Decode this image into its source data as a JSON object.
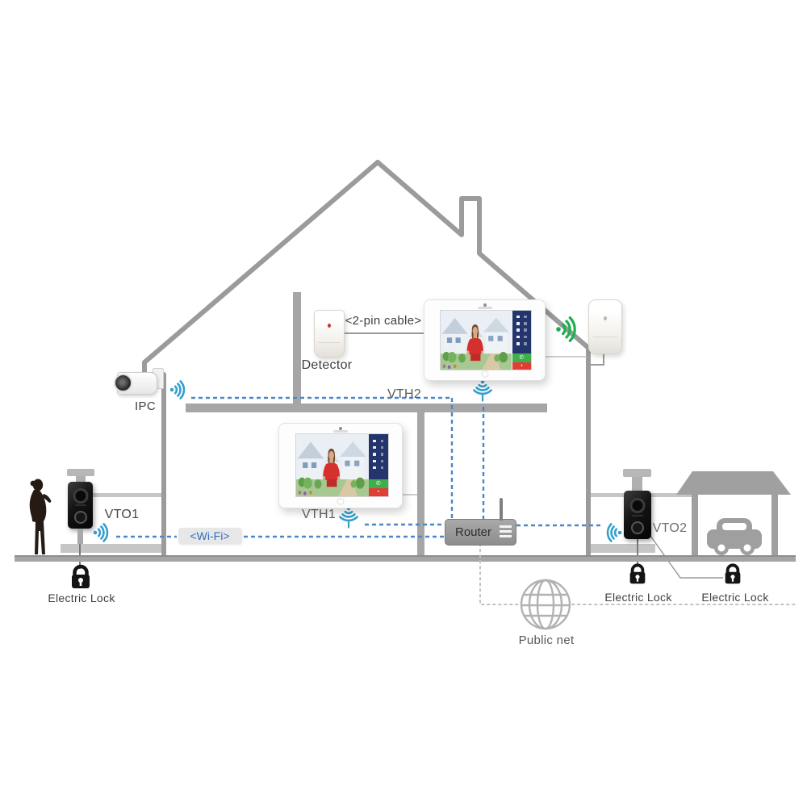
{
  "diagram": {
    "nodes": {
      "ipc": {
        "label": "IPC",
        "type": "ip-camera"
      },
      "detector": {
        "label": "Detector",
        "type": "pir-detector"
      },
      "vth2": {
        "label": "VTH2",
        "type": "indoor-monitor"
      },
      "vth1": {
        "label": "VTH1",
        "type": "indoor-monitor"
      },
      "vto1": {
        "label": "VTO1",
        "type": "door-station"
      },
      "vto2": {
        "label": "VTO2",
        "type": "door-station"
      },
      "router": {
        "label": "Router",
        "type": "router"
      },
      "public_net": {
        "label": "Public net",
        "type": "internet"
      },
      "lock_vto1": {
        "label": "Electric Lock"
      },
      "lock_vto2": {
        "label": "Electric Lock"
      },
      "lock_garage": {
        "label": "Electric Lock"
      }
    },
    "annotations": {
      "cable_label": "<2-pin cable>",
      "wifi_label": "<Wi-Fi>"
    },
    "connections": [
      {
        "from": "ipc",
        "to": "router",
        "kind": "wifi"
      },
      {
        "from": "vth1",
        "to": "router",
        "kind": "wifi"
      },
      {
        "from": "vth2",
        "to": "router",
        "kind": "wifi"
      },
      {
        "from": "vto1",
        "to": "router",
        "kind": "wifi"
      },
      {
        "from": "vto2",
        "to": "router",
        "kind": "wifi"
      },
      {
        "from": "detector",
        "to": "vth2",
        "kind": "2-pin cable"
      },
      {
        "from": "router",
        "to": "public_net",
        "kind": "wired"
      },
      {
        "from": "vto1",
        "to": "lock_vto1",
        "kind": "wired"
      },
      {
        "from": "vto2",
        "to": "lock_vto2",
        "kind": "wired"
      },
      {
        "from": "vto2",
        "to": "lock_garage",
        "kind": "wired"
      }
    ],
    "colors": {
      "wifi_blue": "#35a0cd",
      "dashed_blue": "#4a86c8",
      "wifi_green": "#1db04e",
      "structure_gray": "#9b9b9b",
      "shirt_red": "#d5302d",
      "sidebar_navy": "#24356d",
      "button_green": "#3fae4c",
      "button_red": "#e23d35"
    }
  }
}
